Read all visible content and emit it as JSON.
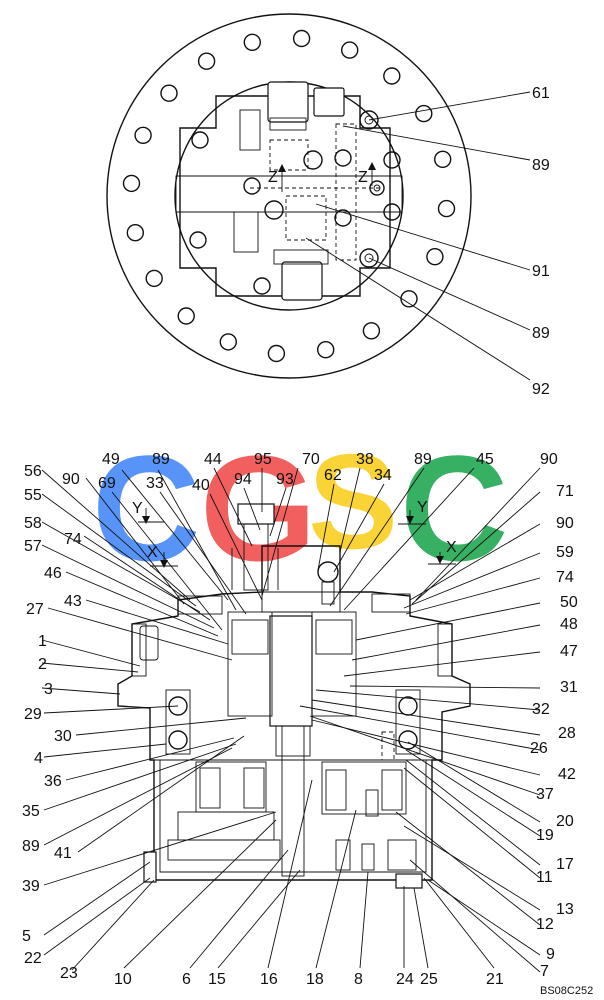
{
  "watermark": {
    "letters": [
      "C",
      "G",
      "S",
      "C"
    ],
    "colors": [
      "#3b82f6",
      "#ef4444",
      "#facc15",
      "#16a34a"
    ]
  },
  "top_view": {
    "labels": [
      "61",
      "89",
      "91",
      "89",
      "92"
    ],
    "markers": [
      "Z",
      "Z"
    ]
  },
  "section_view": {
    "markers": [
      "Y",
      "X",
      "Y",
      "X"
    ],
    "left_labels": [
      "56",
      "90",
      "55",
      "58",
      "74",
      "57",
      "46",
      "43",
      "27",
      "1",
      "2",
      "3",
      "29",
      "30",
      "4",
      "36",
      "35",
      "89",
      "41",
      "39",
      "5",
      "22",
      "23"
    ],
    "top_labels": [
      "49",
      "89",
      "69",
      "33",
      "44",
      "95",
      "40",
      "94",
      "93",
      "70",
      "38",
      "62",
      "34",
      "89",
      "45",
      "90"
    ],
    "right_labels": [
      "71",
      "90",
      "59",
      "74",
      "50",
      "48",
      "47",
      "31",
      "32",
      "28",
      "26",
      "42",
      "37",
      "20",
      "19",
      "17",
      "11",
      "13",
      "12",
      "9",
      "7"
    ],
    "bottom_labels": [
      "10",
      "6",
      "15",
      "16",
      "18",
      "8",
      "24",
      "25",
      "21"
    ]
  },
  "drawing_ref": "BS08C252",
  "colors": {
    "line": "#111111",
    "background": "#ffffff"
  }
}
